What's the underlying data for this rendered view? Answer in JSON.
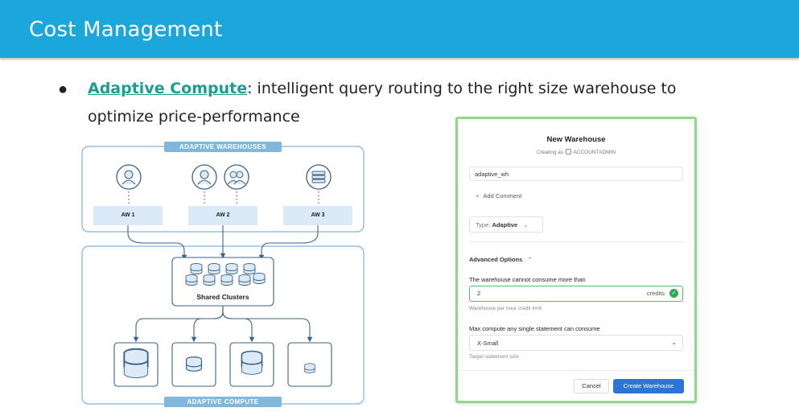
{
  "header": {
    "title": "Cost Management"
  },
  "bullet": {
    "link_text": "Adaptive Compute",
    "text_rest": ": intelligent query routing to the right size warehouse to",
    "text_line2": "optimize price-performance"
  },
  "diagram": {
    "top_tag": "ADAPTIVE WAREHOUSES",
    "bottom_tag": "ADAPTIVE COMPUTE",
    "warehouses": [
      "AW 1",
      "AW 2",
      "AW 3"
    ],
    "shared_label": "Shared Clusters",
    "icons": [
      "user-icon",
      "user-icon",
      "users-group-icon",
      "server-icon",
      "database-cluster-icon",
      "database-icon"
    ],
    "colors": {
      "line": "#7fb3d6",
      "tag": "#7fb8dc",
      "label_bg": "#dbeaf6",
      "icon_fill": "#dbeaf6",
      "icon_stroke": "#3e6384"
    }
  },
  "dialog": {
    "title": "New Warehouse",
    "creating_as": "Creating as",
    "role": "ACCOUNTADMIN",
    "name_value": "adaptive_wh",
    "add_comment": "Add Comment",
    "type_label": "Type:",
    "type_value": "Adaptive",
    "advanced_options": "Advanced Options",
    "credit_limit_label": "The warehouse cannot consume more than",
    "credit_value": "2",
    "credit_unit": "credits",
    "credit_hint": "Warehouse per hour credit limit",
    "statement_label": "Max compute any single statement can consume",
    "statement_value": "X-Small",
    "statement_hint": "Target statement size",
    "cancel": "Cancel",
    "create": "Create Warehouse",
    "colors": {
      "border": "#8fd98a",
      "primary": "#2b75d6",
      "valid": "#2fa85a"
    }
  },
  "colors": {
    "header_bg": "#1ca7dc",
    "link": "#1a9e8f"
  }
}
